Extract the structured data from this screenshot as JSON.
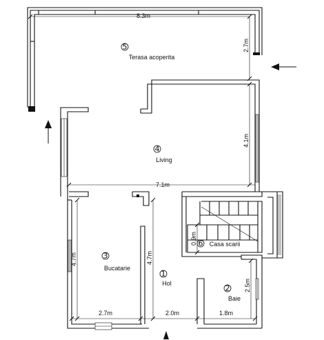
{
  "rooms": [
    {
      "number": "5",
      "name": "Terasa acoperita"
    },
    {
      "number": "4",
      "name": "Living"
    },
    {
      "number": "3",
      "name": "Bucatarie"
    },
    {
      "number": "1",
      "name": "Hol"
    },
    {
      "number": "2",
      "name": "Baie"
    },
    {
      "number": "6",
      "name": "Casa scarii"
    }
  ],
  "dimensions": {
    "terrace_width": "8.3m",
    "terrace_depth": "2.7m",
    "living_depth": "4.1m",
    "living_width": "7.1m",
    "kitchen_depth": "4.7m",
    "hall_depth": "4.7m",
    "kitchen_width": "2.7m",
    "hall_width": "2.0m",
    "bath_width": "1.8m",
    "bath_depth": "2.5m",
    "stair_small": "0.9m"
  }
}
